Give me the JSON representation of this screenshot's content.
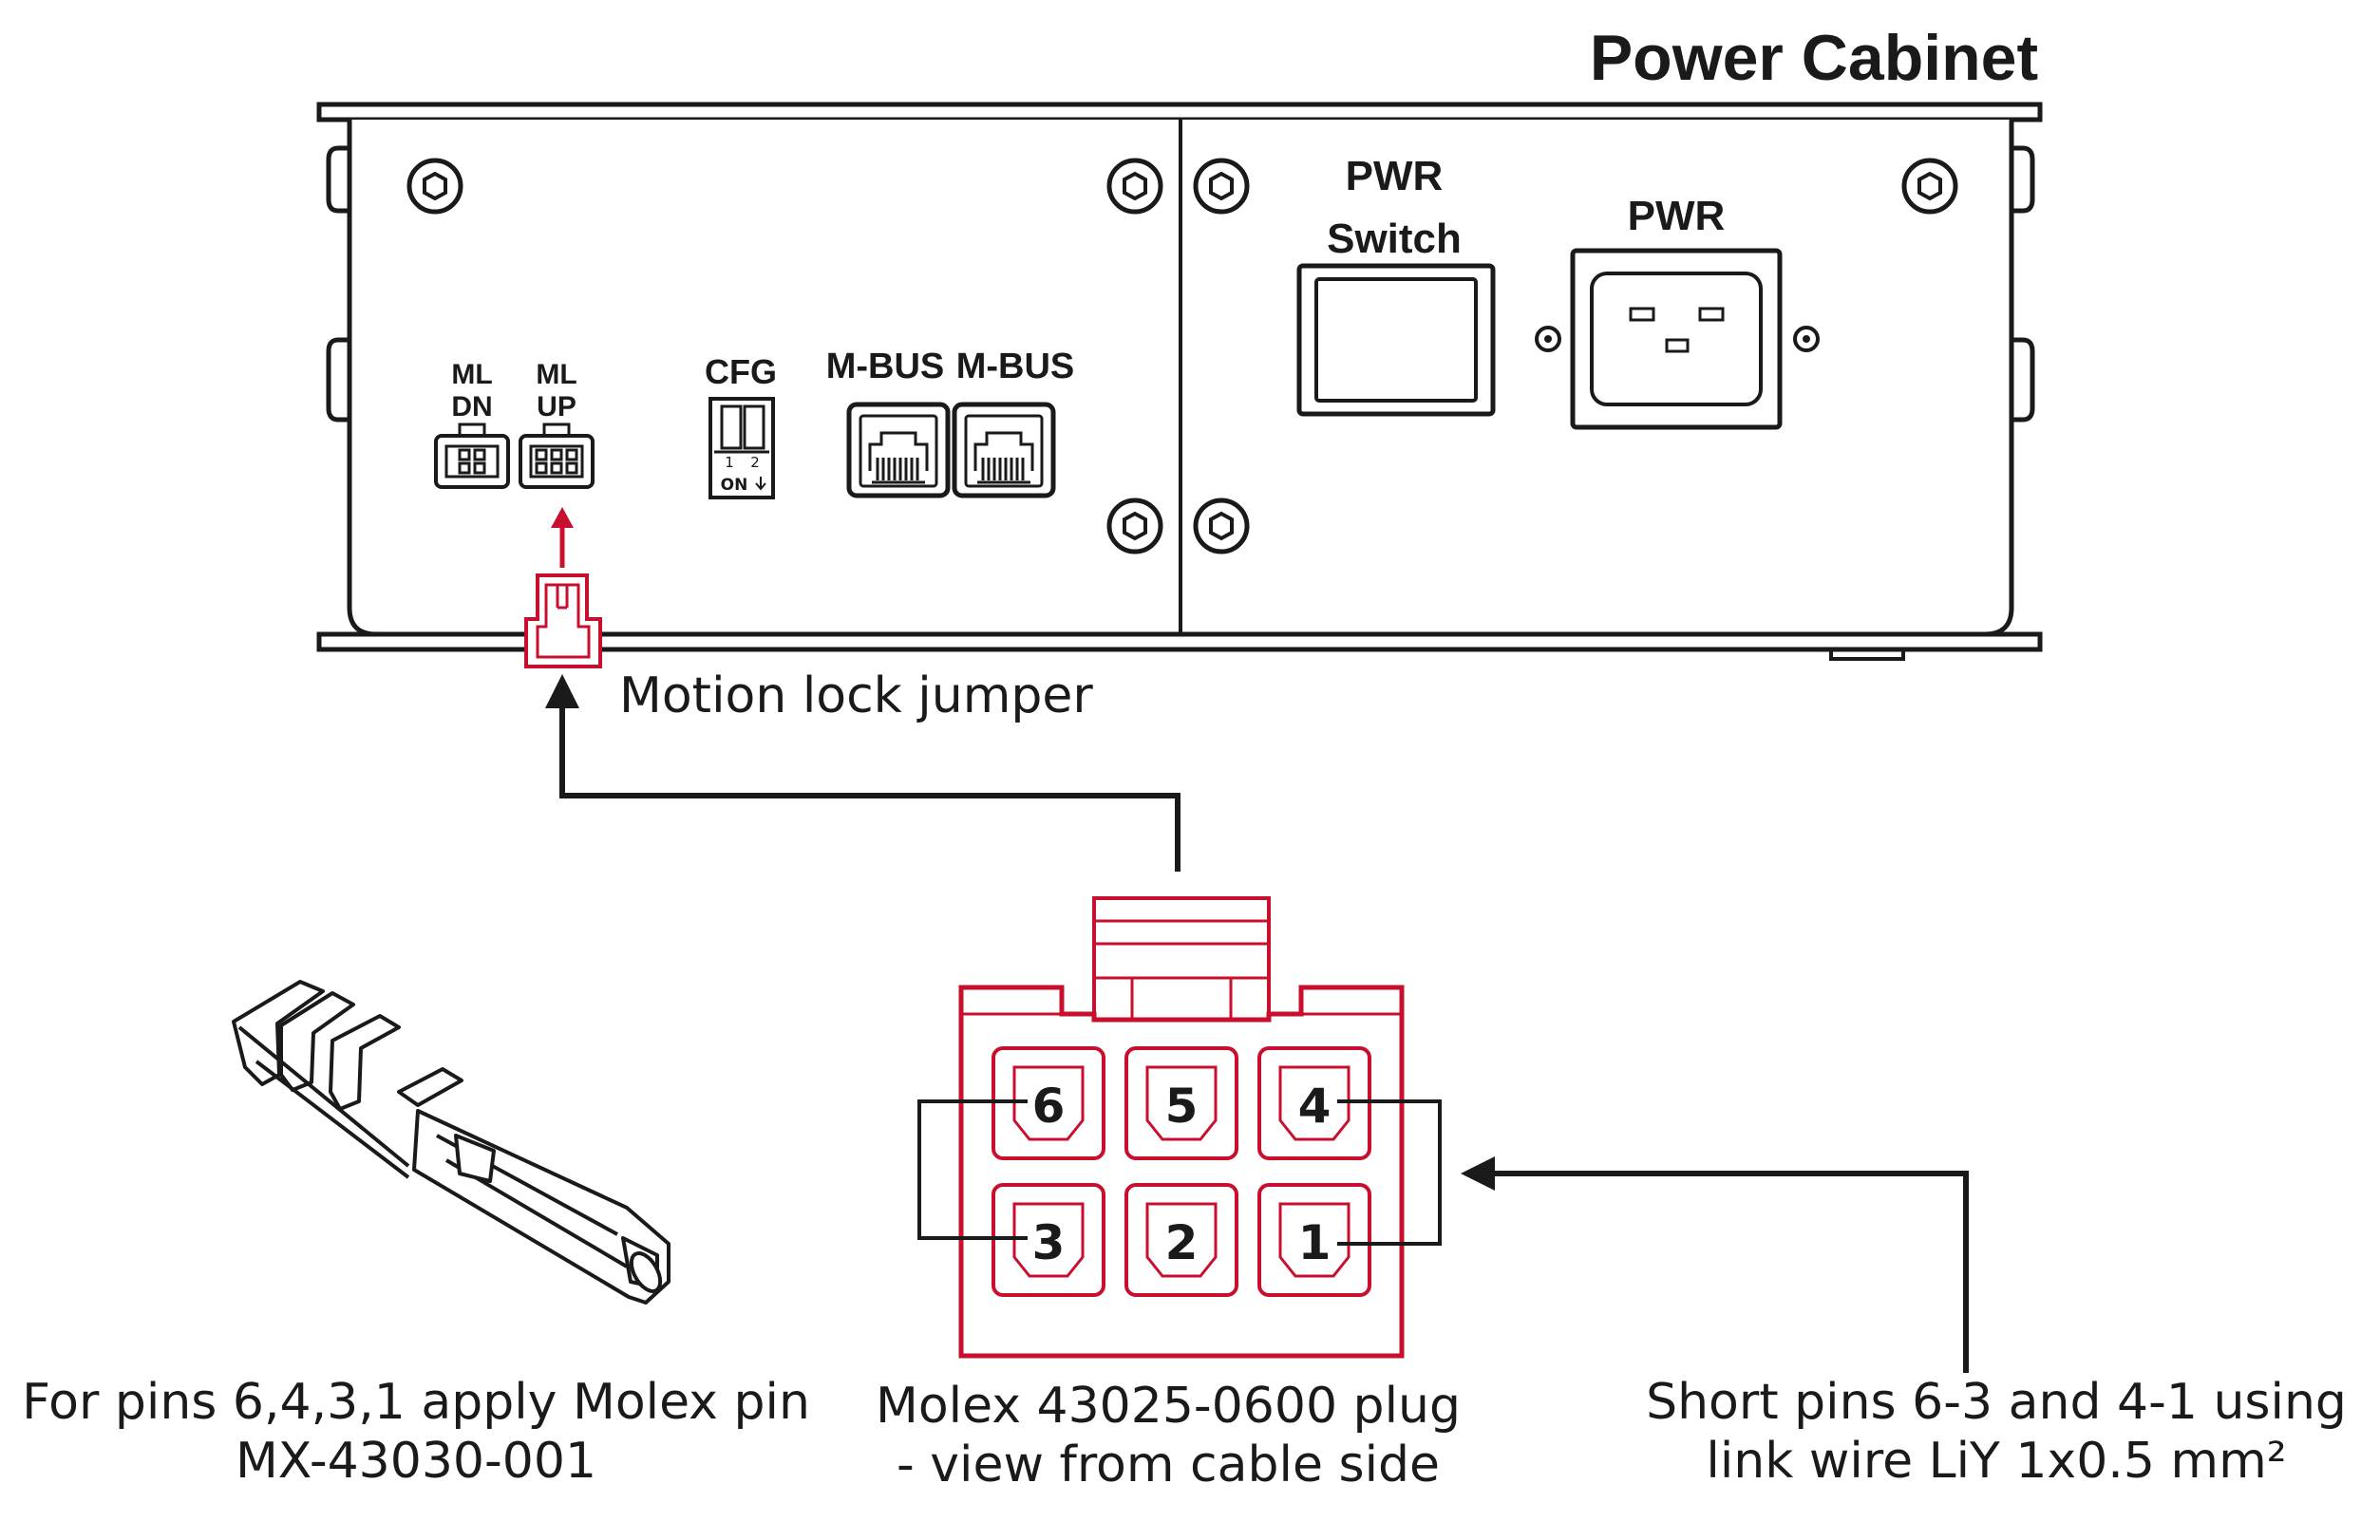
{
  "title": "Power Cabinet",
  "cabinet": {
    "ml_dn": [
      "ML",
      "DN"
    ],
    "ml_up": [
      "ML",
      "UP"
    ],
    "cfg": "CFG",
    "dip_numbers": [
      "1",
      "2"
    ],
    "dip_on": "ON",
    "mbus_1": "M-BUS",
    "mbus_2": "M-BUS",
    "pwr_switch": [
      "PWR",
      "Switch"
    ],
    "pwr_inlet": "PWR"
  },
  "jumper_label": "Motion lock jumper",
  "plug": {
    "pins_top": [
      "6",
      "5",
      "4"
    ],
    "pins_bottom": [
      "3",
      "2",
      "1"
    ]
  },
  "captions": {
    "pin": [
      "For pins 6,4,3,1 apply Molex pin",
      "MX-43030-001"
    ],
    "plug": [
      "Molex 43025-0600 plug",
      "- view from cable side"
    ],
    "short": [
      "Short pins 6-3 and 4-1 using",
      "link wire LiY 1x0.5 mm²"
    ]
  },
  "colors": {
    "line": "#1a1a1a",
    "accent": "#c8102e"
  }
}
